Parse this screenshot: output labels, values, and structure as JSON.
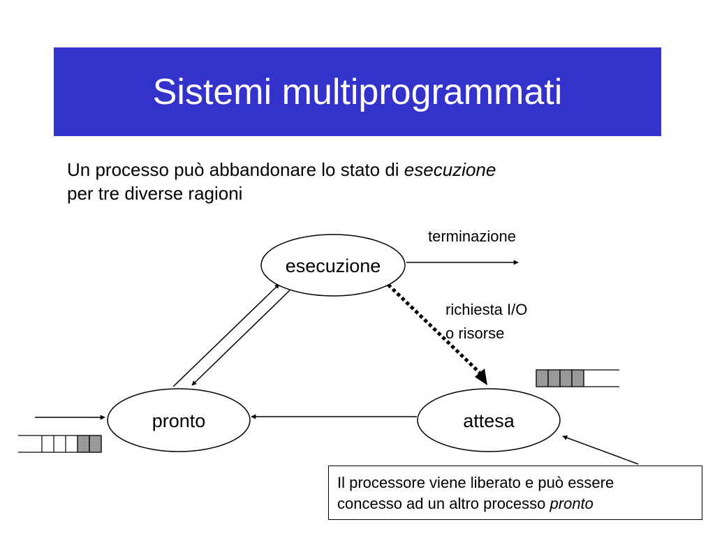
{
  "title": "Sistemi multiprogrammati",
  "intro": {
    "line1_text": "Un processo può abbandonare lo stato di ",
    "line1_emphasis": "esecuzione",
    "line2_text": "per tre diverse ragioni"
  },
  "states": {
    "running": "esecuzione",
    "ready": "pronto",
    "waiting": "attesa"
  },
  "transitions": {
    "termination": "terminazione",
    "io_request_line1": "richiesta I/O",
    "io_request_line2": "o risorse"
  },
  "queues": {
    "waiting_queue": {
      "cells": 7,
      "filled": 4
    },
    "ready_queue": {
      "cells": 7,
      "filled": 2
    }
  },
  "note": {
    "line1": "Il processore viene liberato e può essere",
    "line2_text": "concesso ad un altro processo ",
    "line2_emphasis": "pronto"
  },
  "colors": {
    "title_bar": "#3333cc",
    "title_text": "#ffffff",
    "queue_filled": "#999999"
  }
}
